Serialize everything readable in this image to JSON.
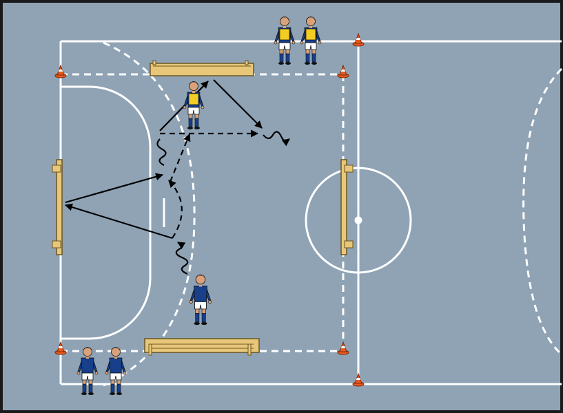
{
  "diagram": {
    "type": "futsal-drill",
    "colors": {
      "court": "#8fa3b5",
      "border": "#1a1a1a",
      "line": "#ffffff",
      "bench": "#e8c77a",
      "bench_stroke": "#6b5520",
      "cone": "#e8591f",
      "jersey_blue": "#173f8a",
      "bib_yellow": "#f4cd24",
      "shorts": "#ffffff",
      "socks": "#173f8a",
      "skin": "#d9a27a",
      "hair": "#4a2a14",
      "arrow": "#000000"
    },
    "icons": {
      "cone": "traffic-cone-icon",
      "bench": "bench-icon",
      "goal": "mini-goal-icon",
      "player_blue": "player-blue-icon",
      "player_yellow_bib": "player-yellow-bib-icon"
    },
    "counts": {
      "players_blue": 3,
      "players_yellow_bib": 3,
      "cones": 6,
      "benches": 2,
      "mini_goals": 2
    }
  }
}
